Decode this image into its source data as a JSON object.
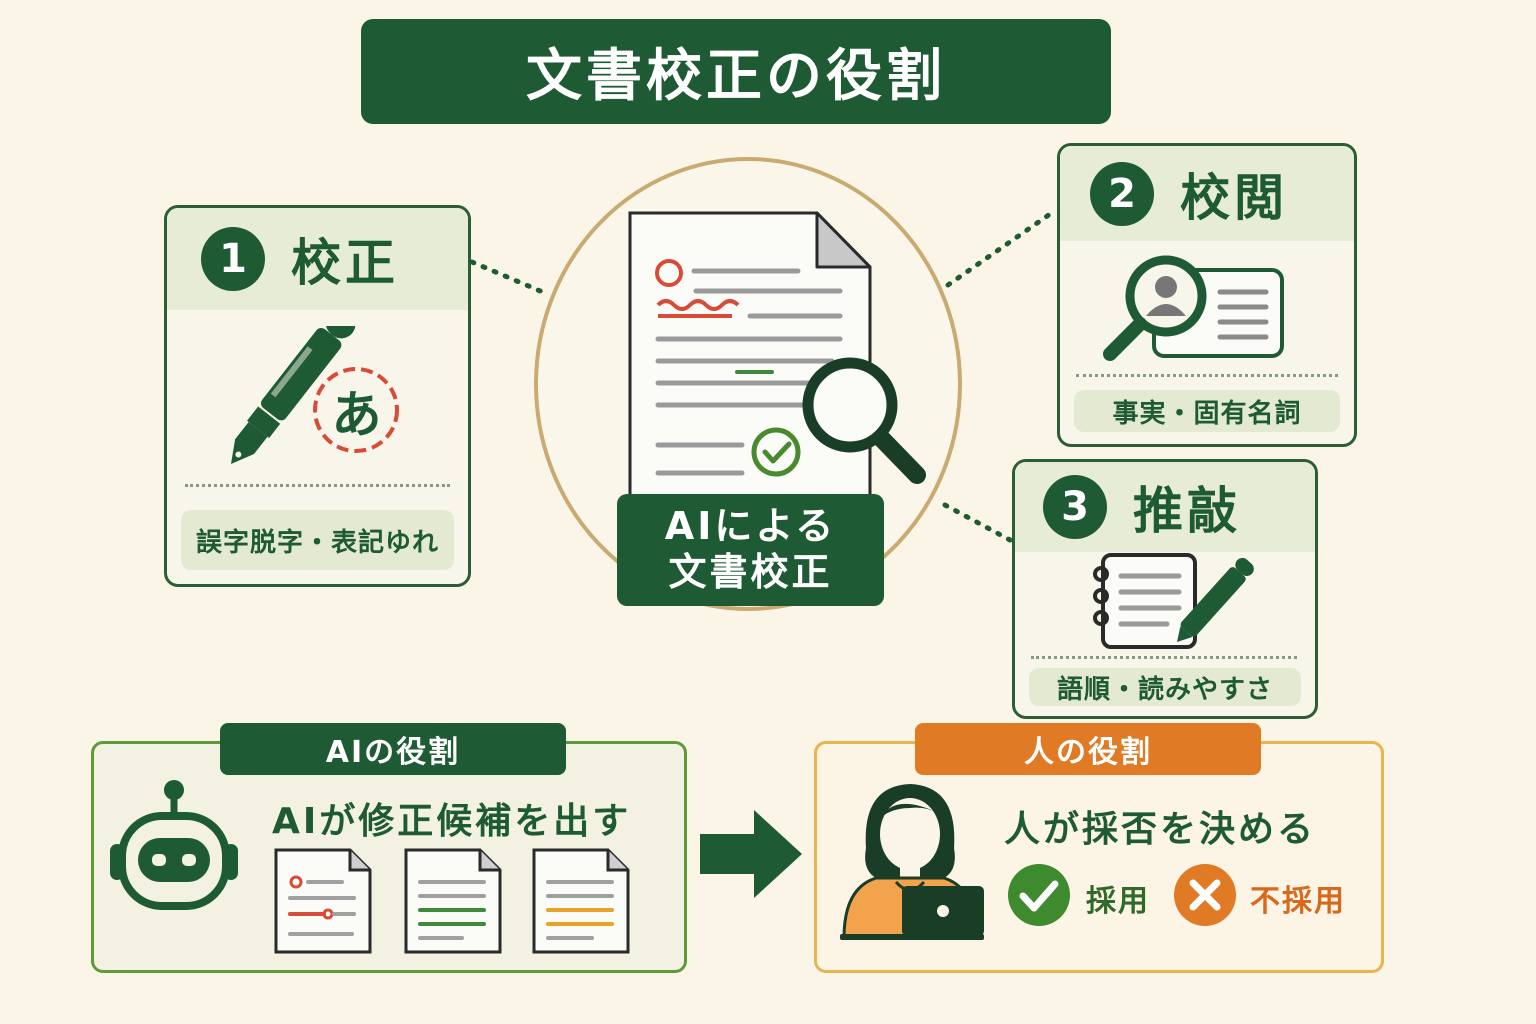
{
  "title": "文書校正の役割",
  "center": {
    "line1": "AIによる",
    "line2": "文書校正"
  },
  "cards": [
    {
      "number": "1",
      "title": "校正",
      "label": "誤字脱字・表記ゆれ",
      "glyph": "あ"
    },
    {
      "number": "2",
      "title": "校閲",
      "label": "事実・固有名詞"
    },
    {
      "number": "3",
      "title": "推敲",
      "label": "語順・読みやすさ"
    }
  ],
  "ai_role": {
    "tag": "AIの役割",
    "text": "AIが修正候補を出す"
  },
  "human_role": {
    "tag": "人の役割",
    "text": "人が採否を決める",
    "accept": "採用",
    "reject": "不採用"
  },
  "colors": {
    "primary": "#1e5a33",
    "accent_orange": "#e07a24",
    "mark_red": "#d84b36",
    "background": "#fbf5e8"
  }
}
